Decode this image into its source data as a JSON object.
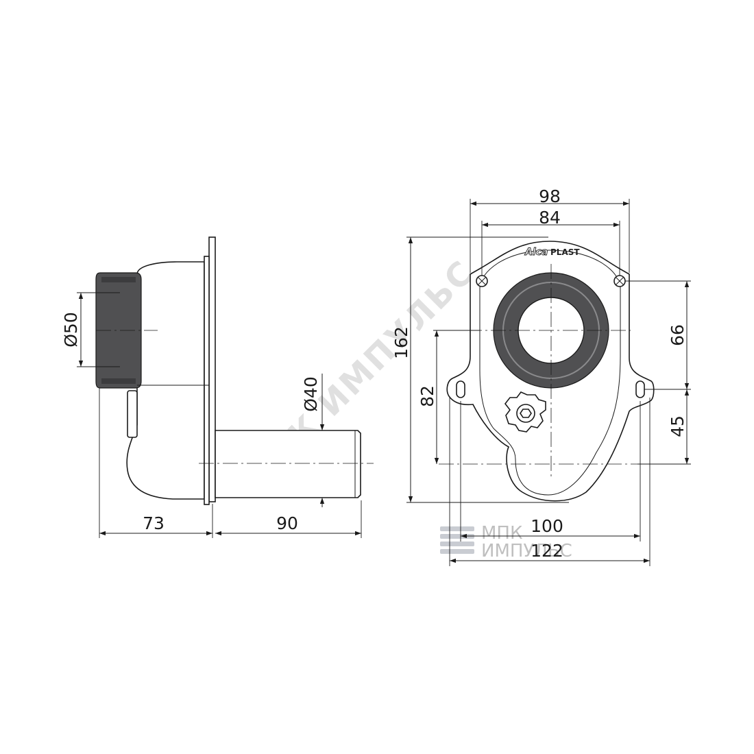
{
  "watermark": {
    "main_text": "МПК ИМПУЛЬС",
    "logo_line1": "МПК",
    "logo_line2": "ИМПУЛЬС"
  },
  "brand_logo": {
    "part1": "Alca",
    "part2": "PLAST"
  },
  "side_view": {
    "dim_outlet_diameter": "Ø50",
    "dim_inlet_diameter": "Ø40",
    "dim_body_depth": "73",
    "dim_pipe_length": "90"
  },
  "front_view": {
    "dim_plate_width": "98",
    "dim_hole_spacing": "84",
    "dim_total_height": "162",
    "dim_mount_height": "82",
    "dim_hole_to_lug": "66",
    "dim_lug_to_center": "45",
    "dim_lug_spacing": "100",
    "dim_total_width": "122"
  },
  "colors": {
    "line": "#1a1a1a",
    "rubber_seal": "#505052",
    "watermark": "#d4d4d4"
  }
}
